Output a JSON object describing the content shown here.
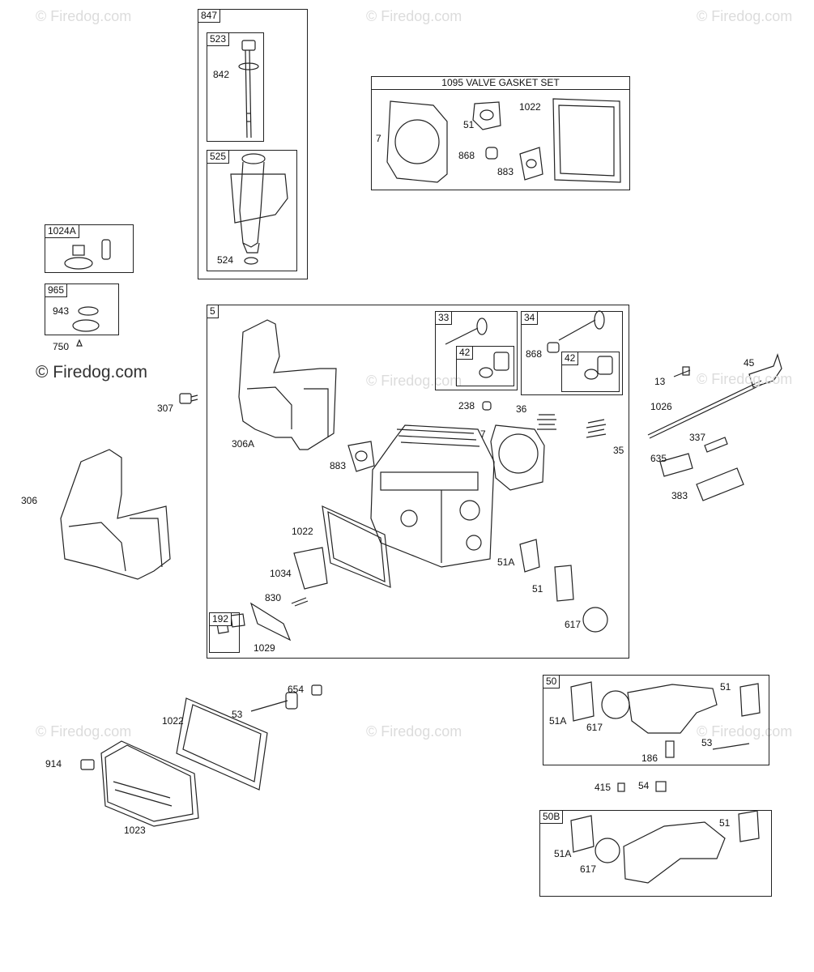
{
  "watermarks": {
    "small": "© Firedog.com",
    "large": "© Firedog.com"
  },
  "groups": {
    "g847": "847",
    "g523": "523",
    "g525": "525",
    "g1095": "1095 VALVE GASKET SET",
    "g1024A": "1024A",
    "g965": "965",
    "g5": "5",
    "g33": "33",
    "g34": "34",
    "g42a": "42",
    "g42b": "42",
    "g192": "192",
    "g50": "50",
    "g50B": "50B"
  },
  "parts": {
    "p842": "842",
    "p524": "524",
    "p7a": "7",
    "p51a": "51",
    "p1022a": "1022",
    "p868a": "868",
    "p883a": "883",
    "p943": "943",
    "p750": "750",
    "p307": "307",
    "p306A": "306A",
    "p306": "306",
    "p868b": "868",
    "p238": "238",
    "p36": "36",
    "p7b": "7",
    "p35": "35",
    "p883b": "883",
    "p1022b": "1022",
    "p1034": "1034",
    "p830": "830",
    "p1029": "1029",
    "p51Ab": "51A",
    "p51b": "51",
    "p617b": "617",
    "p13": "13",
    "p45": "45",
    "p1026": "1026",
    "p337": "337",
    "p635": "635",
    "p383": "383",
    "p654": "654",
    "p1022c": "1022",
    "p53a": "53",
    "p914": "914",
    "p1023": "1023",
    "p51Ac": "51A",
    "p617c": "617",
    "p51c": "51",
    "p53b": "53",
    "p186": "186",
    "p415": "415",
    "p54": "54",
    "p51Ad": "51A",
    "p617d": "617",
    "p51d": "51"
  }
}
